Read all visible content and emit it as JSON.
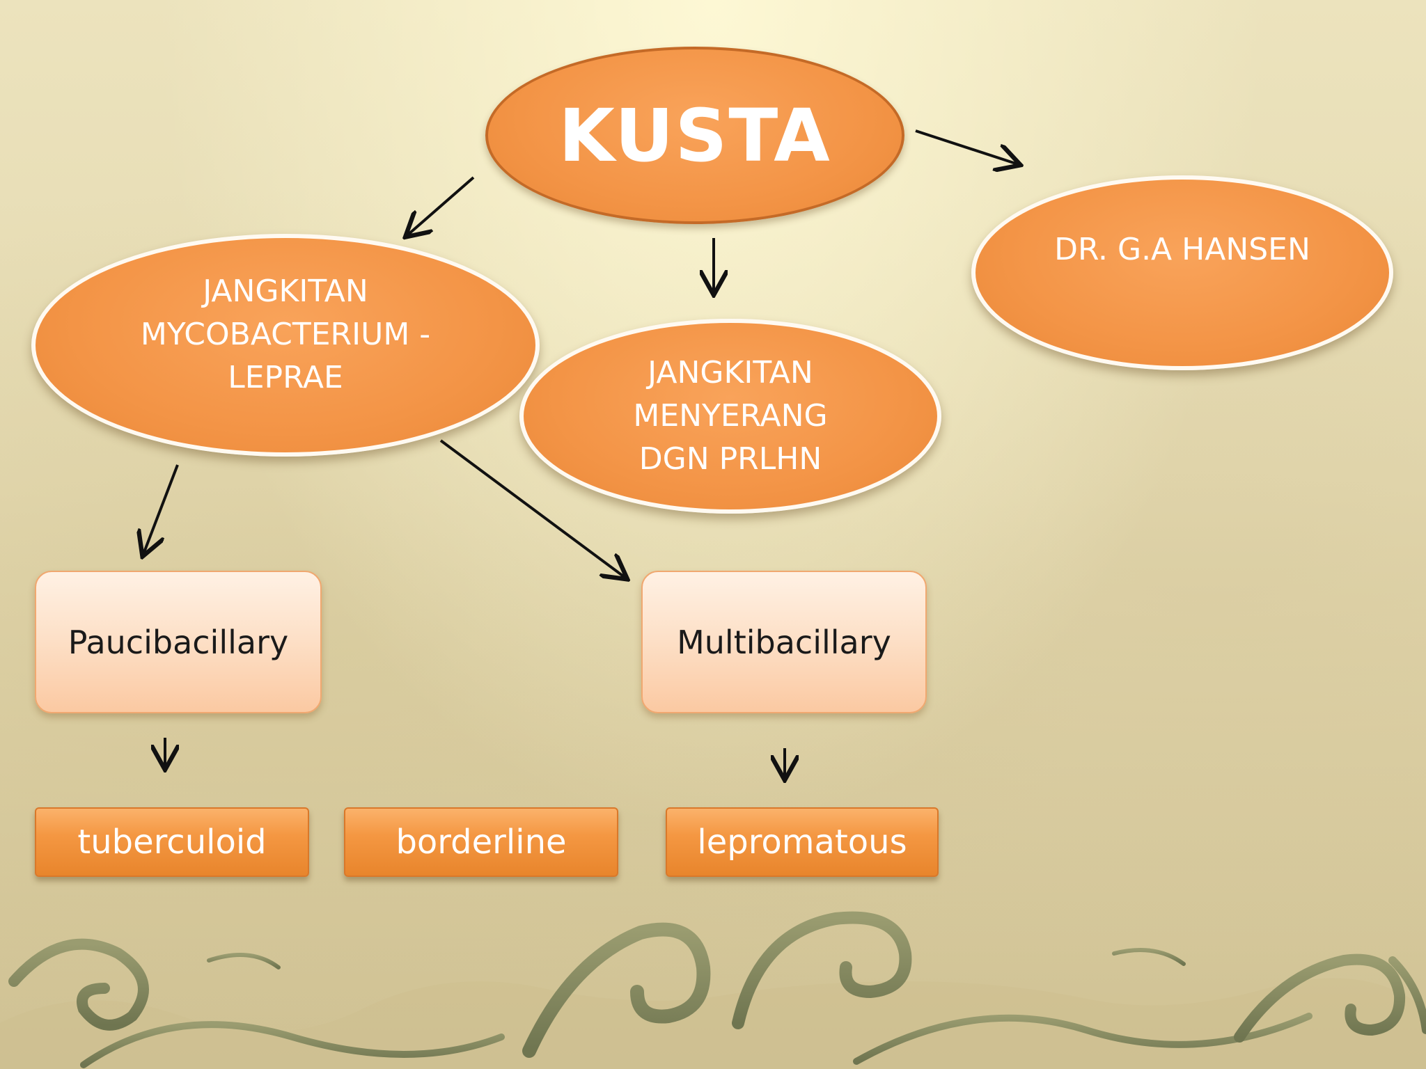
{
  "diagram": {
    "root": "KUSTA",
    "nodes": {
      "cause": "JANGKITAN\nMYCOBACTERIUM -\nLEPRAE",
      "attack": "JANGKITAN\nMENYERANG\nDGN PRLHN",
      "discoverer": "DR. G.A HANSEN",
      "pauci": "Paucibacillary",
      "multi": "Multibacillary",
      "tuberculoid": "tuberculoid",
      "borderline": "borderline",
      "lepromatous": "lepromatous"
    }
  },
  "colors": {
    "node_orange": "#f39446",
    "node_border": "#fffaf2",
    "soft_box": "#fde1c9",
    "arrow": "#111111",
    "ornament": "#8a8d62"
  }
}
